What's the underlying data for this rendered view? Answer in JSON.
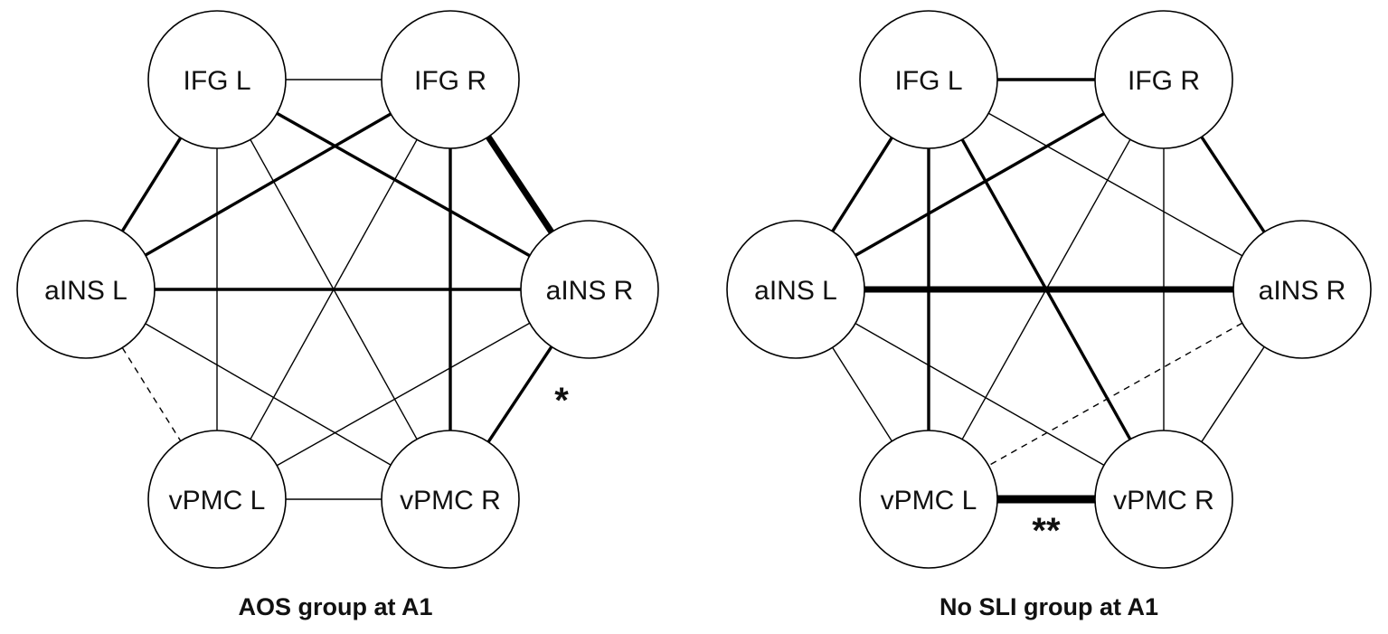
{
  "diagrams": [
    {
      "caption": "AOS group at A1",
      "nodes": [
        {
          "id": "ifgL",
          "label": "IFG L"
        },
        {
          "id": "ifgR",
          "label": "IFG R"
        },
        {
          "id": "ainsL",
          "label": "aINS L"
        },
        {
          "id": "ainsR",
          "label": "aINS R"
        },
        {
          "id": "vpmcL",
          "label": "vPMC L"
        },
        {
          "id": "vpmcR",
          "label": "vPMC R"
        }
      ],
      "edges": [
        {
          "from": "ifgL",
          "to": "ifgR",
          "weight": "thin"
        },
        {
          "from": "ifgL",
          "to": "ainsL",
          "weight": "medium"
        },
        {
          "from": "ifgL",
          "to": "ainsR",
          "weight": "medium"
        },
        {
          "from": "ifgL",
          "to": "vpmcL",
          "weight": "thin"
        },
        {
          "from": "ifgL",
          "to": "vpmcR",
          "weight": "thin"
        },
        {
          "from": "ifgR",
          "to": "ainsL",
          "weight": "medium"
        },
        {
          "from": "ifgR",
          "to": "ainsR",
          "weight": "thick"
        },
        {
          "from": "ifgR",
          "to": "vpmcL",
          "weight": "thin"
        },
        {
          "from": "ifgR",
          "to": "vpmcR",
          "weight": "medium"
        },
        {
          "from": "ainsL",
          "to": "ainsR",
          "weight": "medium"
        },
        {
          "from": "ainsL",
          "to": "vpmcL",
          "weight": "dashed"
        },
        {
          "from": "ainsL",
          "to": "vpmcR",
          "weight": "thin"
        },
        {
          "from": "ainsR",
          "to": "vpmcL",
          "weight": "thin"
        },
        {
          "from": "ainsR",
          "to": "vpmcR",
          "weight": "medium",
          "annotation": "*"
        },
        {
          "from": "vpmcL",
          "to": "vpmcR",
          "weight": "thin"
        }
      ]
    },
    {
      "caption": "No SLI group at A1",
      "nodes": [
        {
          "id": "ifgL",
          "label": "IFG L"
        },
        {
          "id": "ifgR",
          "label": "IFG R"
        },
        {
          "id": "ainsL",
          "label": "aINS L"
        },
        {
          "id": "ainsR",
          "label": "aINS R"
        },
        {
          "id": "vpmcL",
          "label": "vPMC L"
        },
        {
          "id": "vpmcR",
          "label": "vPMC R"
        }
      ],
      "edges": [
        {
          "from": "ifgL",
          "to": "ifgR",
          "weight": "medium"
        },
        {
          "from": "ifgL",
          "to": "ainsL",
          "weight": "medium"
        },
        {
          "from": "ifgL",
          "to": "ainsR",
          "weight": "thin"
        },
        {
          "from": "ifgL",
          "to": "vpmcL",
          "weight": "medium"
        },
        {
          "from": "ifgL",
          "to": "vpmcR",
          "weight": "medium"
        },
        {
          "from": "ifgR",
          "to": "ainsL",
          "weight": "medium"
        },
        {
          "from": "ifgR",
          "to": "ainsR",
          "weight": "medium"
        },
        {
          "from": "ifgR",
          "to": "vpmcL",
          "weight": "thin"
        },
        {
          "from": "ifgR",
          "to": "vpmcR",
          "weight": "thin"
        },
        {
          "from": "ainsL",
          "to": "ainsR",
          "weight": "thick"
        },
        {
          "from": "ainsL",
          "to": "vpmcL",
          "weight": "thin"
        },
        {
          "from": "ainsL",
          "to": "vpmcR",
          "weight": "thin"
        },
        {
          "from": "ainsR",
          "to": "vpmcL",
          "weight": "dashed"
        },
        {
          "from": "ainsR",
          "to": "vpmcR",
          "weight": "thin"
        },
        {
          "from": "vpmcL",
          "to": "vpmcR",
          "weight": "thickest",
          "annotation": "**"
        }
      ]
    }
  ]
}
